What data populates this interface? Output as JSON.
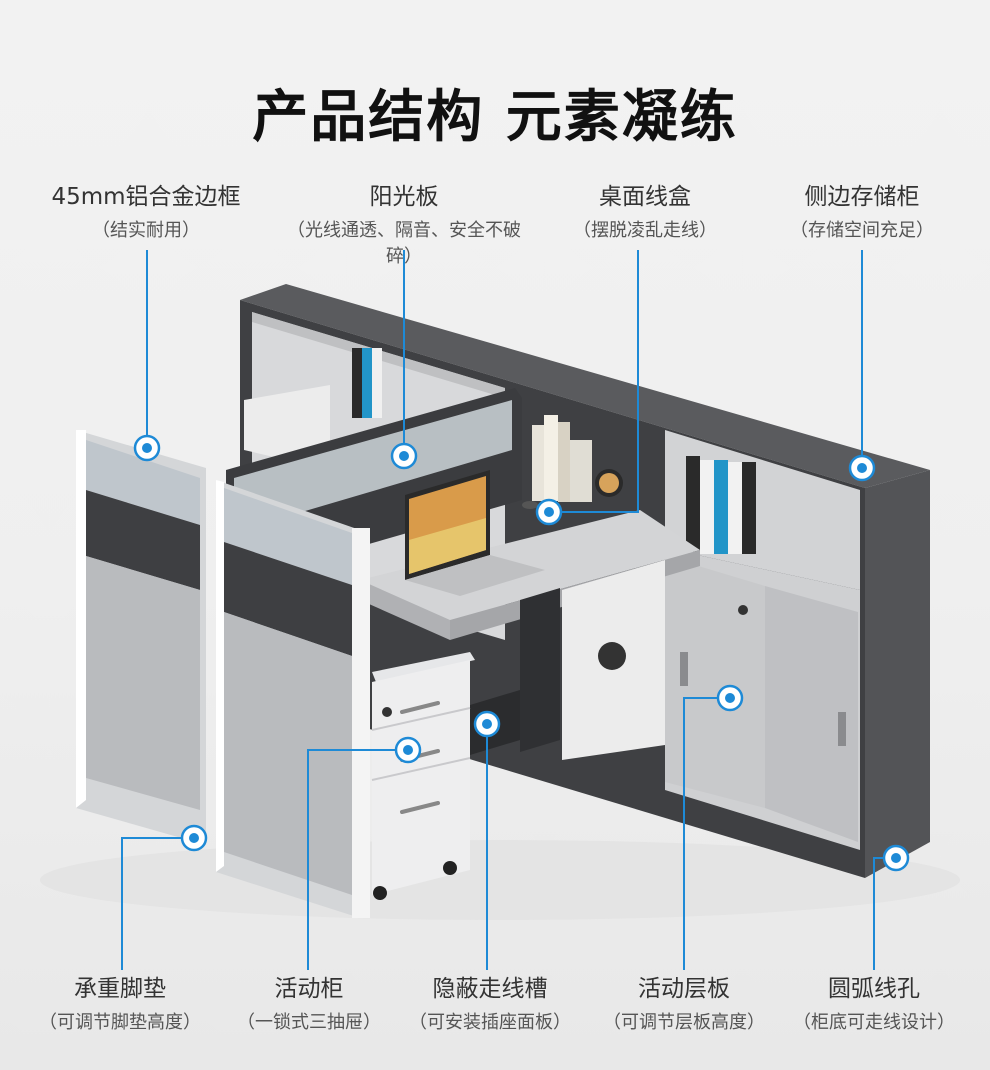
{
  "title": "产品结构 元素凝练",
  "top_labels": [
    {
      "main": "45mm铝合金边框",
      "sub": "（结实耐用）"
    },
    {
      "main": "阳光板",
      "sub": "（光线通透、隔音、安全不破碎）"
    },
    {
      "main": "桌面线盒",
      "sub": "（摆脱凌乱走线）"
    },
    {
      "main": "侧边存储柜",
      "sub": "（存储空间充足）"
    }
  ],
  "bottom_labels": [
    {
      "main": "承重脚垫",
      "sub": "（可调节脚垫高度）"
    },
    {
      "main": "活动柜",
      "sub": "（一锁式三抽屉）"
    },
    {
      "main": "隐蔽走线槽",
      "sub": "（可安装插座面板）"
    },
    {
      "main": "活动层板",
      "sub": "（可调节层板高度）"
    },
    {
      "main": "圆弧线孔",
      "sub": "（柜底可走线设计）"
    }
  ],
  "colors": {
    "accent": "#1e8ad6",
    "cabinet_dark": "#4a4b4e",
    "panel_light": "#c9cbce"
  },
  "icons": [
    "callout-dot-icon",
    "laptop-icon",
    "binder-icon",
    "book-icon",
    "clock-icon"
  ]
}
